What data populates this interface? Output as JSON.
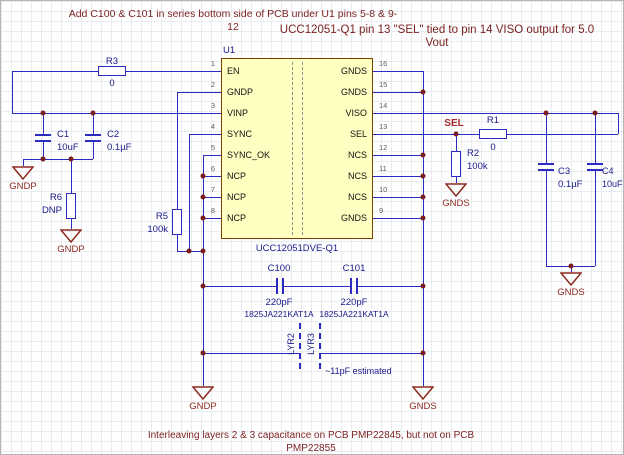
{
  "annotations": {
    "note_top1": "Add C100 & C101 in series bottom side of PCB under U1 pins 5-8 & 9-12",
    "note_top2": "UCC12051-Q1 pin 13 \"SEL\" tied to pin 14 VISO output for 5.0 Vout",
    "note_bottom": "Interleaving layers 2 & 3 capacitance on PCB PMP22845, but not on PCB PMP22855",
    "note_layer_cap": "~11pF estimated"
  },
  "ic": {
    "designator": "U1",
    "part_number": "UCC12051DVE-Q1",
    "left_pins": [
      {
        "num": "1",
        "name": "EN"
      },
      {
        "num": "2",
        "name": "GNDP"
      },
      {
        "num": "3",
        "name": "VINP"
      },
      {
        "num": "4",
        "name": "SYNC"
      },
      {
        "num": "5",
        "name": "SYNC_OK"
      },
      {
        "num": "6",
        "name": "NCP"
      },
      {
        "num": "7",
        "name": "NCP"
      },
      {
        "num": "8",
        "name": "NCP"
      }
    ],
    "right_pins": [
      {
        "num": "16",
        "name": "GNDS"
      },
      {
        "num": "15",
        "name": "GNDS"
      },
      {
        "num": "14",
        "name": "VISO"
      },
      {
        "num": "13",
        "name": "SEL"
      },
      {
        "num": "12",
        "name": "NCS"
      },
      {
        "num": "11",
        "name": "NCS"
      },
      {
        "num": "10",
        "name": "NCS"
      },
      {
        "num": "9",
        "name": "GNDS"
      }
    ]
  },
  "components": {
    "r1": {
      "ref": "R1",
      "value": "0"
    },
    "r2": {
      "ref": "R2",
      "value": "100k"
    },
    "r3": {
      "ref": "R3",
      "value": "0"
    },
    "r5": {
      "ref": "R5",
      "value": "100k"
    },
    "r6": {
      "ref": "R6",
      "value": "DNP"
    },
    "c1": {
      "ref": "C1",
      "value": "10uF"
    },
    "c2": {
      "ref": "C2",
      "value": "0.1µF"
    },
    "c3": {
      "ref": "C3",
      "value": "0.1µF"
    },
    "c4": {
      "ref": "C4",
      "value": "10uF"
    },
    "c100": {
      "ref": "C100",
      "value": "220pF",
      "part": "1825JA221KAT1A"
    },
    "c101": {
      "ref": "C101",
      "value": "220pF",
      "part": "1825JA221KAT1A"
    }
  },
  "nets": {
    "sel": "SEL",
    "gndp": "GNDP",
    "gnds": "GNDS"
  },
  "layers": {
    "lyr2": "LYR2",
    "lyr3": "LYR3"
  },
  "colors": {
    "wire": "#2B2BC4",
    "junction": "#7B1D1D",
    "ground": "#8F2A20",
    "annotation": "#7C1F1F",
    "designator": "#1A1A8A",
    "ic_fill": "#FFFFC2",
    "ic_border": "#7B3F00"
  }
}
